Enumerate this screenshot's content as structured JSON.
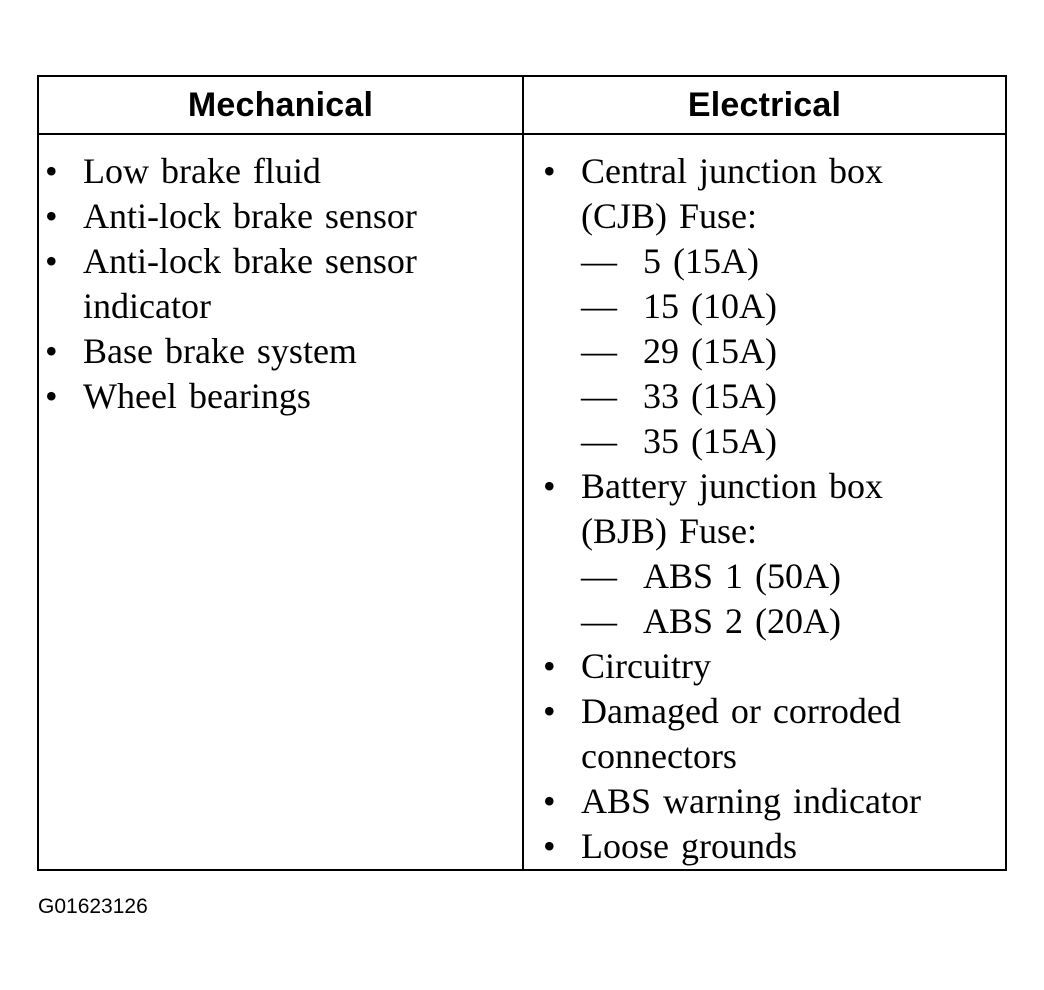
{
  "table": {
    "headers": {
      "mechanical": "Mechanical",
      "electrical": "Electrical"
    },
    "mechanical_lines": [
      {
        "kind": "bullet",
        "text": "Low brake fluid"
      },
      {
        "kind": "bullet",
        "text": "Anti-lock brake sensor"
      },
      {
        "kind": "bullet",
        "text": "Anti-lock brake sensor"
      },
      {
        "kind": "cont",
        "text": "indicator"
      },
      {
        "kind": "bullet",
        "text": "Base brake system"
      },
      {
        "kind": "bullet",
        "text": "Wheel bearings"
      }
    ],
    "electrical_lines": [
      {
        "kind": "bullet",
        "text": "Central junction box"
      },
      {
        "kind": "cont",
        "text": "(CJB) Fuse:"
      },
      {
        "kind": "dash",
        "text": "5 (15A)"
      },
      {
        "kind": "dash",
        "text": "15 (10A)"
      },
      {
        "kind": "dash",
        "text": "29 (15A)"
      },
      {
        "kind": "dash",
        "text": "33 (15A)"
      },
      {
        "kind": "dash",
        "text": "35 (15A)"
      },
      {
        "kind": "bullet",
        "text": "Battery junction box"
      },
      {
        "kind": "cont",
        "text": "(BJB) Fuse:"
      },
      {
        "kind": "dash",
        "text": "ABS 1 (50A)"
      },
      {
        "kind": "dash",
        "text": "ABS 2 (20A)"
      },
      {
        "kind": "bullet",
        "text": "Circuitry"
      },
      {
        "kind": "bullet",
        "text": "Damaged or corroded"
      },
      {
        "kind": "cont",
        "text": "connectors"
      },
      {
        "kind": "bullet",
        "text": "ABS warning indicator"
      },
      {
        "kind": "bullet",
        "text": "Loose grounds"
      }
    ]
  },
  "figure_code": "G01623126"
}
